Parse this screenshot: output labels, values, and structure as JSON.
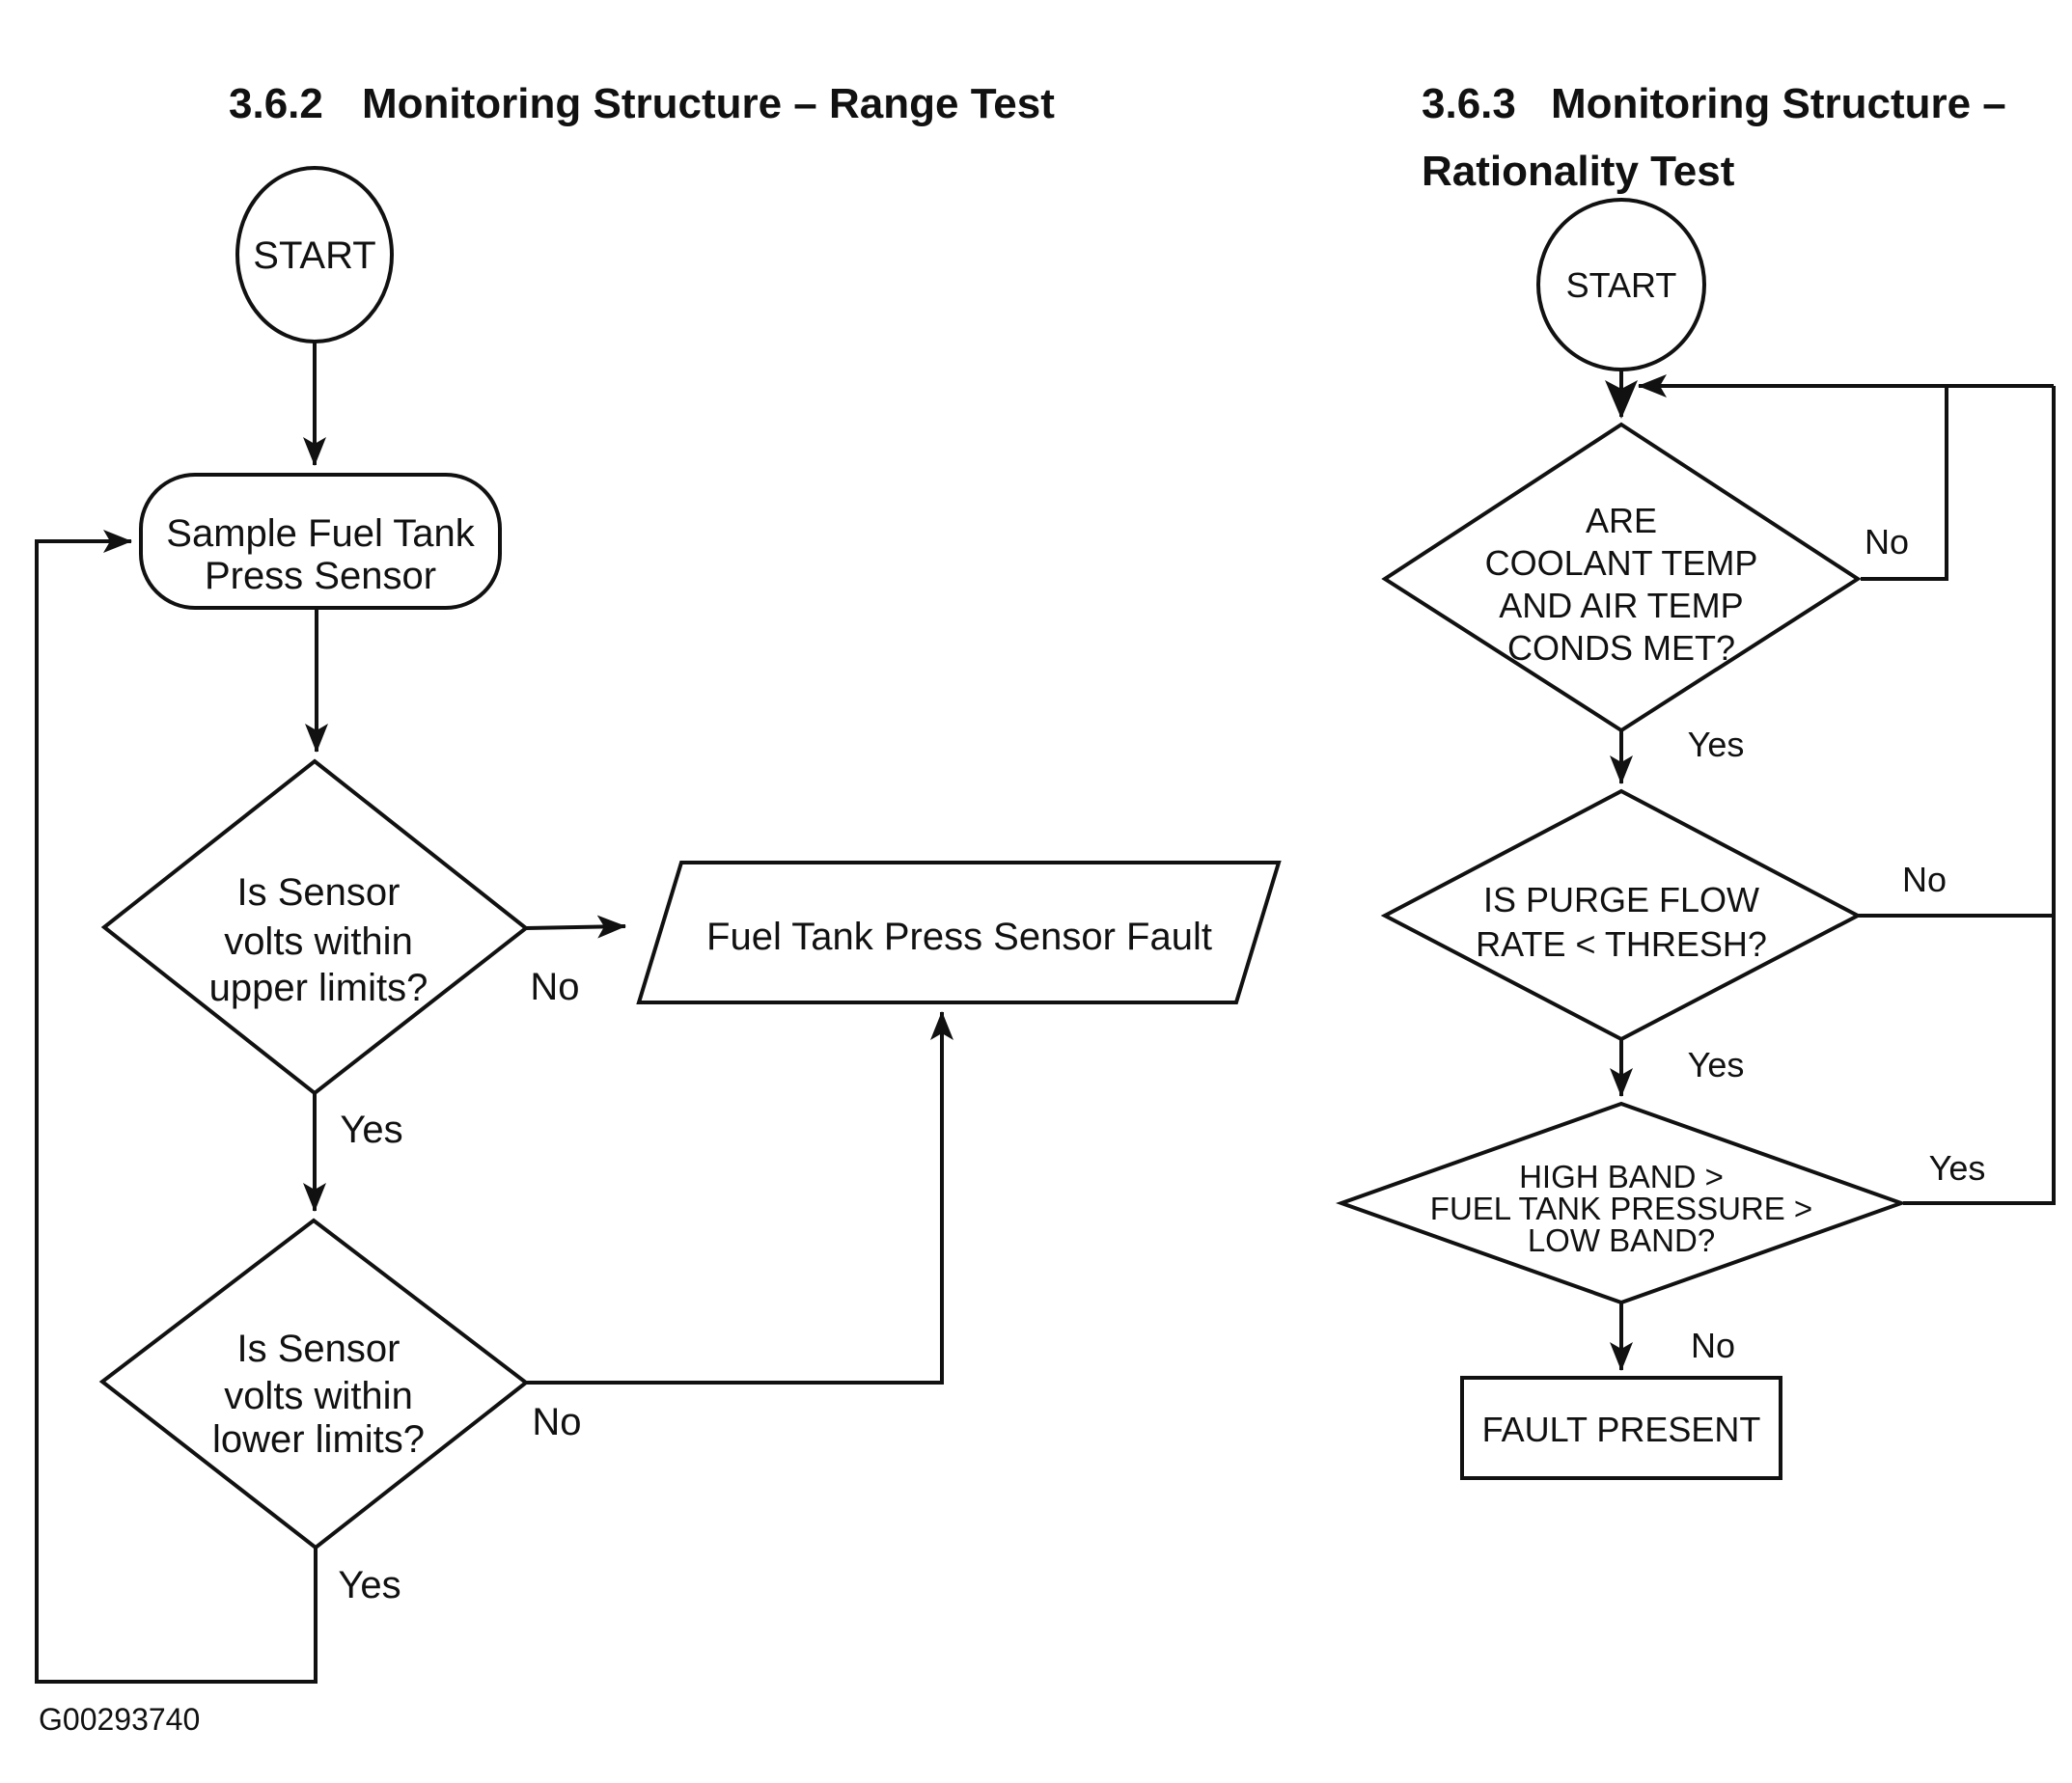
{
  "colors": {
    "ink": "#111111",
    "background": "#ffffff"
  },
  "left_chart": {
    "section": "3.6.2",
    "title": "Monitoring Structure – Range Test",
    "start_label": "START",
    "process_box": {
      "line1": "Sample Fuel Tank",
      "line2": "Press Sensor"
    },
    "decision_upper": {
      "line1": "Is Sensor",
      "line2": "volts within",
      "line3": "upper limits?",
      "no_label": "No",
      "yes_label": "Yes"
    },
    "fault_output": {
      "label": "Fuel Tank Press Sensor Fault"
    },
    "decision_lower": {
      "line1": "Is Sensor",
      "line2": "volts within",
      "line3": "lower limits?",
      "no_label": "No",
      "yes_label": "Yes"
    },
    "figure_code": "G00293740"
  },
  "right_chart": {
    "section": "3.6.3",
    "title_line1": "Monitoring Structure –",
    "title_line2": "Rationality Test",
    "start_label": "START",
    "decision_conds": {
      "line1": "ARE",
      "line2": "COOLANT TEMP",
      "line3": "AND AIR TEMP",
      "line4": "CONDS MET?",
      "no_label": "No",
      "yes_label": "Yes"
    },
    "decision_purge": {
      "line1": "IS PURGE FLOW",
      "line2": "RATE < THRESH?",
      "no_label": "No",
      "yes_label": "Yes"
    },
    "decision_band": {
      "line1": "HIGH BAND >",
      "line2": "FUEL TANK PRESSURE >",
      "line3": "LOW BAND?",
      "yes_label": "Yes",
      "no_label": "No"
    },
    "fault_box_label": "FAULT PRESENT"
  }
}
